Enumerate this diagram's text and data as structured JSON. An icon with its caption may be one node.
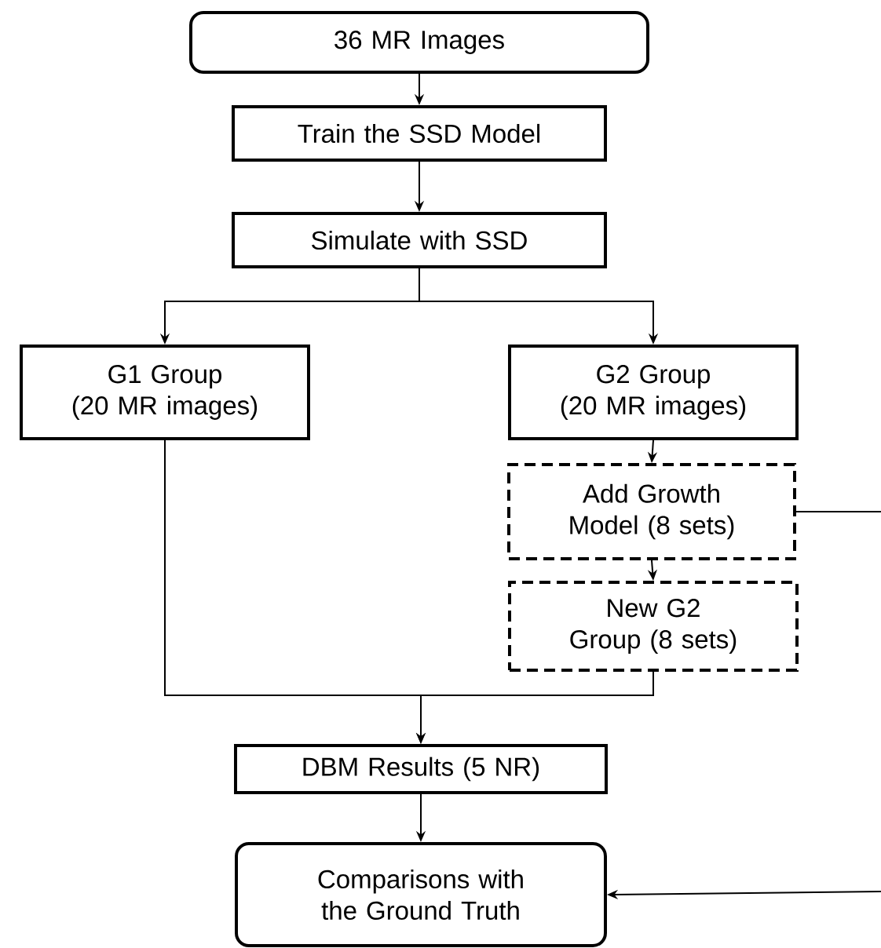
{
  "diagram": {
    "nodes": [
      {
        "text": [
          "36 MR Images"
        ]
      },
      {
        "text": [
          "Train the SSD Model"
        ]
      },
      {
        "text": [
          "Simulate with SSD"
        ]
      },
      {
        "text": [
          "G1 Group",
          "(20 MR images)"
        ]
      },
      {
        "text": [
          "G2 Group",
          "(20 MR images)"
        ]
      },
      {
        "text": [
          "Add Growth Model (8 sets)"
        ]
      },
      {
        "text": [
          "New G2 Group (8 sets)"
        ]
      },
      {
        "text": [
          "DBM Results (5 NR)"
        ]
      },
      {
        "text": [
          "Comparisons with the Ground Truth"
        ]
      }
    ],
    "edges": [
      {
        "from": 0,
        "to": 1,
        "arrow": "to"
      },
      {
        "from": 1,
        "to": 2,
        "arrow": "to"
      },
      {
        "from": 2,
        "to": 3,
        "arrow": "to"
      },
      {
        "from": 2,
        "to": 4,
        "arrow": "to"
      },
      {
        "from": 4,
        "to": 5,
        "arrow": "to"
      },
      {
        "from": 5,
        "to": 6,
        "arrow": "to"
      },
      {
        "from": 3,
        "to": 7,
        "arrow": "to"
      },
      {
        "from": 6,
        "to": 7,
        "arrow": "to"
      },
      {
        "from": 7,
        "to": 8,
        "arrow": "to"
      },
      {
        "from": 5,
        "to": null,
        "arrow": "none"
      },
      {
        "from": null,
        "to": 8,
        "arrow": "to"
      }
    ]
  }
}
